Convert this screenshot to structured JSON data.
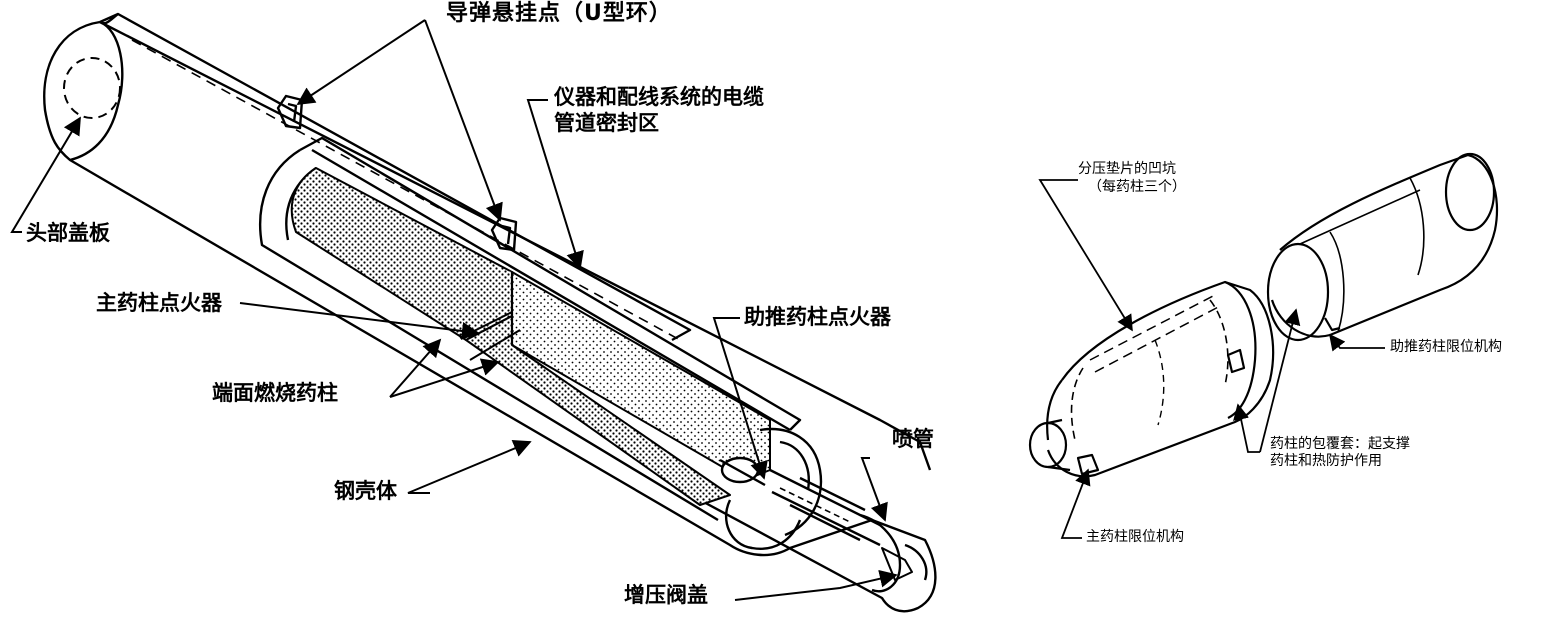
{
  "labels": {
    "missile_mount": "导弹悬挂点（U型环）",
    "cable_conduit_l1": "仪器和配线系统的电缆",
    "cable_conduit_l2": "管道密封区",
    "head_cover": "头部盖板",
    "main_igniter": "主药柱点火器",
    "booster_igniter": "助推药柱点火器",
    "end_burning_grain": "端面燃烧药柱",
    "steel_case": "钢壳体",
    "nozzle": "喷管",
    "pressure_closure": "增压阀盖",
    "dimple_l1": "分压垫片的凹坑",
    "dimple_l2": "（每药柱三个）",
    "booster_retainer": "助推药柱限位机构",
    "sleeve_l1": "药柱的包覆套：起支撑",
    "sleeve_l2": "药柱和热防护作用",
    "main_retainer": "主药柱限位机构"
  },
  "colors": {
    "ink": "#000000",
    "paper": "#ffffff"
  }
}
